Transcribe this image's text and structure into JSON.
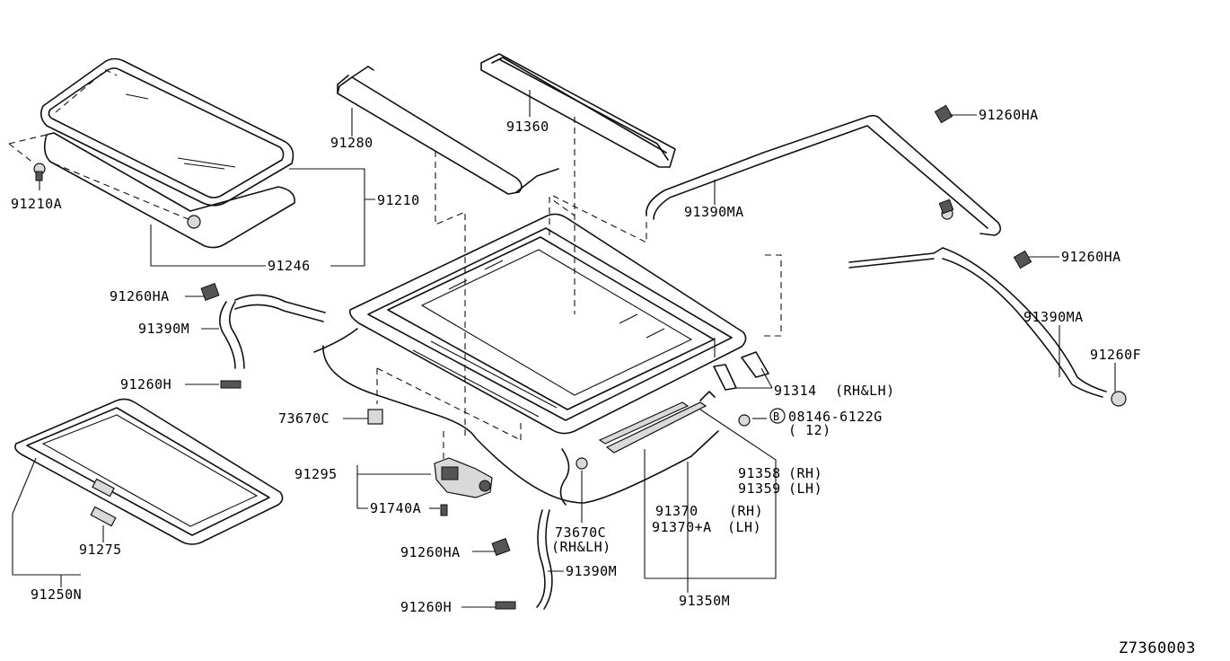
{
  "diagram_id": "Z7360003",
  "labels": {
    "p91210A": "91210A",
    "p91210": "91210",
    "p91246": "91246",
    "p91280": "91280",
    "p91360": "91360",
    "p91260HA_top": "91260HA",
    "p91390MA_top": "91390MA",
    "p91260HA_right": "91260HA",
    "p91390MA_right": "91390MA",
    "p91260F": "91260F",
    "p91260HA_left": "91260HA",
    "p91390M_left": "91390M",
    "p91260H_left": "91260H",
    "p73670C_left": "73670C",
    "p91314": "91314",
    "p91314_note": "(RH&LH)",
    "bolt_symbol": "B",
    "bolt_number": "08146-6122G",
    "bolt_qty": "( 12)",
    "p91358": "91358",
    "p91358_note": "(RH)",
    "p91359": "91359",
    "p91359_note": "(LH)",
    "p91295": "91295",
    "p91740A": "91740A",
    "p73670C_bottom": "73670C",
    "p73670C_bottom_note": "(RH&LH)",
    "p91370": "91370",
    "p91370_note": "(RH)",
    "p91370A": "91370+A",
    "p91370A_note": "(LH)",
    "p91260HA_bottom": "91260HA",
    "p91390M_bottom": "91390M",
    "p91260H_bottom": "91260H",
    "p91350M": "91350M",
    "p91275": "91275",
    "p91250N": "91250N"
  }
}
